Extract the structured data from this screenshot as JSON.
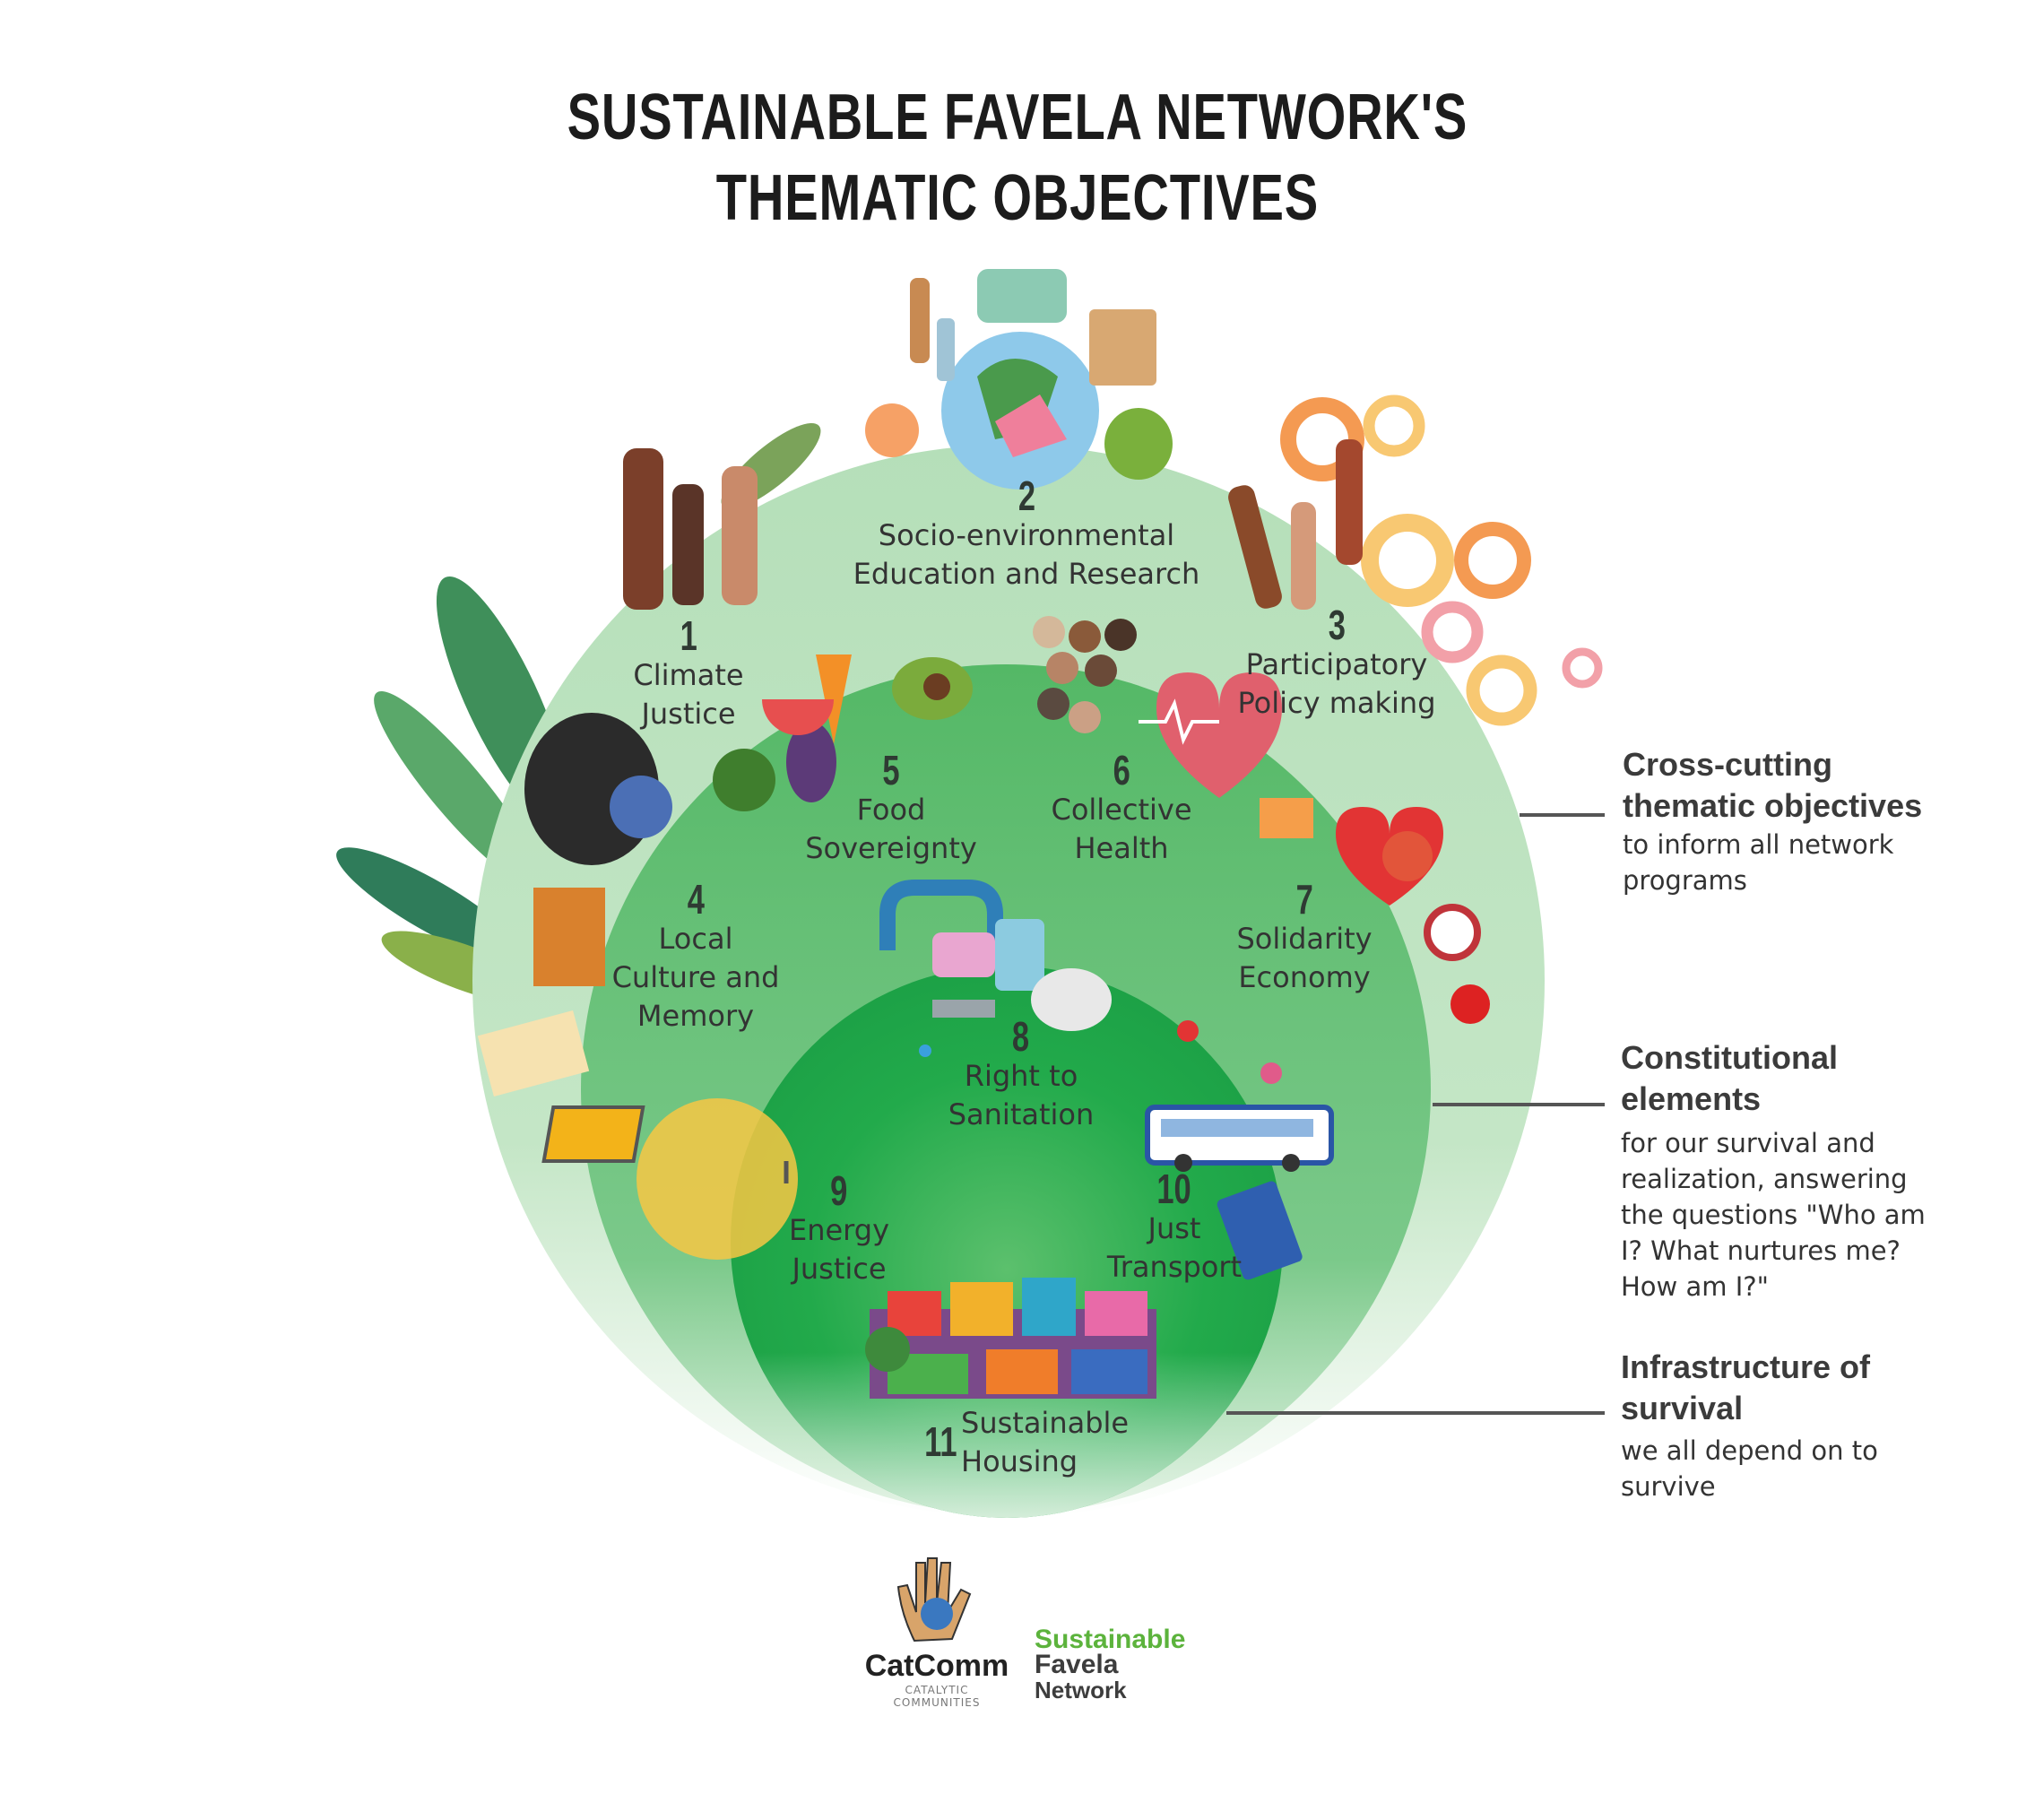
{
  "title": {
    "line1": "SUSTAINABLE FAVELA NETWORK'S",
    "line2": "THEMATIC OBJECTIVES"
  },
  "objectives": [
    {
      "number": "1",
      "lines": [
        "Climate",
        "Justice"
      ]
    },
    {
      "number": "2",
      "lines": [
        "Socio-environmental",
        "Education and Research"
      ]
    },
    {
      "number": "3",
      "lines": [
        "Participatory",
        "Policy making"
      ]
    },
    {
      "number": "4",
      "lines": [
        "Local",
        "Culture and",
        "Memory"
      ]
    },
    {
      "number": "5",
      "lines": [
        "Food",
        "Sovereignty"
      ]
    },
    {
      "number": "6",
      "lines": [
        "Collective",
        "Health"
      ]
    },
    {
      "number": "7",
      "lines": [
        "Solidarity",
        "Economy"
      ]
    },
    {
      "number": "8",
      "lines": [
        "Right to",
        "Sanitation"
      ]
    },
    {
      "number": "9",
      "lines": [
        "Energy",
        "Justice"
      ]
    },
    {
      "number": "10",
      "lines": [
        "Just",
        "Transport"
      ]
    },
    {
      "number": "11",
      "lines": [
        "Sustainable",
        "Housing"
      ]
    }
  ],
  "legend": [
    {
      "heading": [
        "Cross-cutting",
        "thematic objectives"
      ],
      "body": [
        "to inform all network",
        "programs"
      ]
    },
    {
      "heading": [
        "Constitutional",
        "elements"
      ],
      "body": [
        "for our survival and",
        "realization, answering",
        "the questions \"Who am",
        "I? What nurtures me?",
        "How am I?\""
      ]
    },
    {
      "heading": [
        "Infrastructure of",
        "survival"
      ],
      "body": [
        "we all depend on to",
        "survive"
      ]
    }
  ],
  "logos": {
    "catcomm": {
      "name": "CatComm",
      "subtitle": "CATALYTIC COMMUNITIES"
    },
    "sfn": {
      "line1": "Sustainable",
      "line2": "Favela",
      "line3": "Network"
    }
  },
  "colors": {
    "outer": "#b9e1bd",
    "middle": "#5fbd6e",
    "inner": "#1fa84a",
    "text": "#333333",
    "sfn_green": "#5cb33c"
  }
}
